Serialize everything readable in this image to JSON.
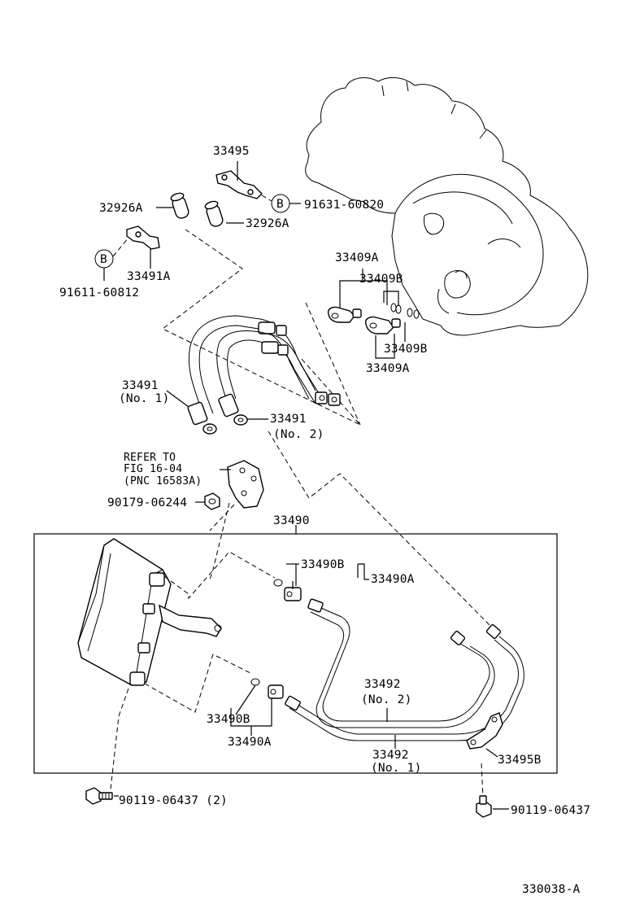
{
  "labels": {
    "p33495": "33495",
    "p32926a_top": "32926A",
    "p91631": "91631-60820",
    "p32926a_bot": "32926A",
    "bolt_b_top": "B",
    "bolt_b_left": "B",
    "p33491a": "33491A",
    "p91611": "91611-60812",
    "p33409a_top": "33409A",
    "p33409b_top": "33409B",
    "p33409b_bot": "33409B",
    "p33409a_bot": "33409A",
    "p33491_no1_num": "33491",
    "p33491_no1_sub": "(No. 1)",
    "p33491_no2_num": "33491",
    "p33491_no2_sub": "(No. 2)",
    "refer_1": "REFER TO",
    "refer_2": "FIG 16-04",
    "refer_3": "(PNC 16583A)",
    "p90179": "90179-06244",
    "p33490": "33490",
    "p33490b_top": "33490B",
    "p33490a_top": "33490A",
    "p33492_no2_num": "33492",
    "p33492_no2_sub": "(No. 2)",
    "p33490b_bot": "33490B",
    "p33490a_bot": "33490A",
    "p33492_no1_num": "33492",
    "p33492_no1_sub": "(No. 1)",
    "p33495b": "33495B",
    "p90119_left": "90119-06437 (2)",
    "p90119_right": "90119-06437",
    "diagram_id": "330038-A"
  }
}
